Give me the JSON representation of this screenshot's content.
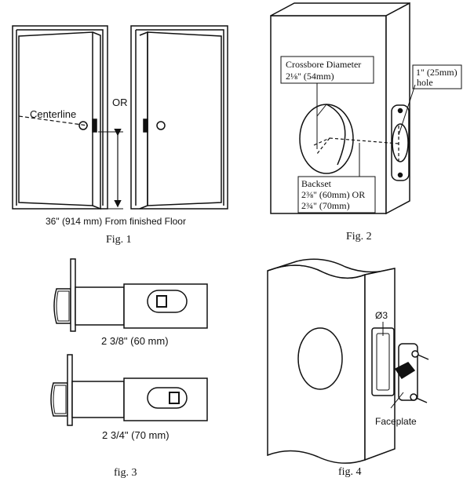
{
  "fig1": {
    "caption": "Fig. 1",
    "or_label": "OR",
    "centerline_label": "Centerline",
    "height_label": "36\" (914 mm) From finished Floor"
  },
  "fig2": {
    "caption": "Fig. 2",
    "crossbore_title": "Crossbore Diameter",
    "crossbore_value": "2⅛\" (54mm)",
    "hole_value": "1\" (25mm)",
    "hole_label": "hole",
    "backset_title": "Backset",
    "backset_value1": "2⅜\" (60mm) OR",
    "backset_value2": "2¾\" (70mm)"
  },
  "fig3": {
    "caption": "fig. 3",
    "latch1_label": "2 3/8\" (60 mm)",
    "latch2_label": "2 3/4\" (70 mm)"
  },
  "fig4": {
    "caption": "fig. 4",
    "diameter_label": "Ø3",
    "faceplate_label": "Faceplate"
  }
}
